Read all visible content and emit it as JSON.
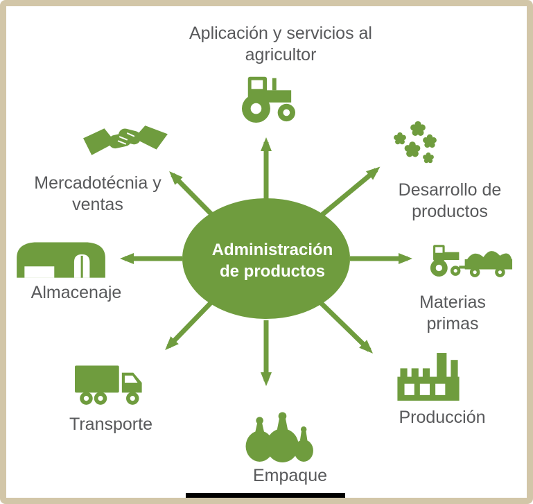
{
  "diagram": {
    "center": {
      "line1": "Administración",
      "line2": "de productos",
      "full_label": "Administración de productos"
    },
    "nodes": [
      {
        "id": "aplicacion",
        "label": "Aplicación y servicios al agricultor",
        "icon": "tractor-icon",
        "position": "top"
      },
      {
        "id": "desarrollo",
        "label": "Desarrollo de productos",
        "icon": "flowers-icon",
        "position": "top-right"
      },
      {
        "id": "materias",
        "label": "Materias primas",
        "icon": "harvest-trailer-icon",
        "position": "right"
      },
      {
        "id": "produccion",
        "label": "Producción",
        "icon": "factory-icon",
        "position": "bottom-right"
      },
      {
        "id": "empaque",
        "label": "Empaque",
        "icon": "sacks-icon",
        "position": "bottom"
      },
      {
        "id": "transporte",
        "label": "Transporte",
        "icon": "truck-icon",
        "position": "bottom-left"
      },
      {
        "id": "almacenaje",
        "label": "Almacenaje",
        "icon": "warehouse-icon",
        "position": "left"
      },
      {
        "id": "mercadotecnia",
        "label": "Mercadotécnia y ventas",
        "icon": "handshake-icon",
        "position": "top-left"
      }
    ],
    "colors": {
      "green": "#6f9c3e",
      "text": "#58595b",
      "border": "#d2c6a8",
      "background": "#ffffff",
      "center_text": "#ffffff"
    }
  }
}
